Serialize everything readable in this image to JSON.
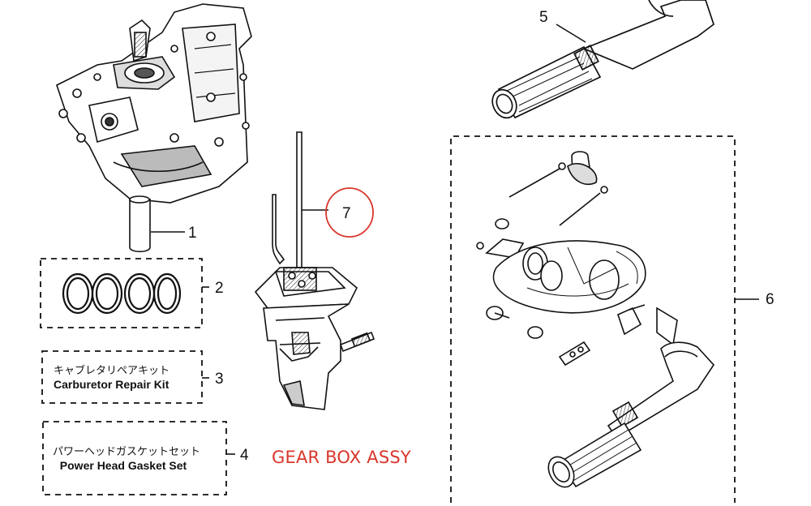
{
  "callouts": {
    "c1": "1",
    "c2": "2",
    "c3": "3",
    "c4": "4",
    "c5": "5",
    "c6": "6",
    "c7": "7"
  },
  "kits": {
    "carburetor": {
      "jp": "キャブレタリペアキット",
      "en": "Carburetor Repair Kit"
    },
    "gasket": {
      "jp": "パワーヘッドガスケットセット",
      "en": "Power Head Gasket Set"
    }
  },
  "annotation": {
    "label": "GEAR BOX ASSY",
    "color": "#d9362b"
  },
  "icons": [
    "power-head-drawing",
    "o-ring-set-drawing",
    "gear-box-drawing",
    "tiller-handle-drawing",
    "throttle-assembly-drawing"
  ]
}
